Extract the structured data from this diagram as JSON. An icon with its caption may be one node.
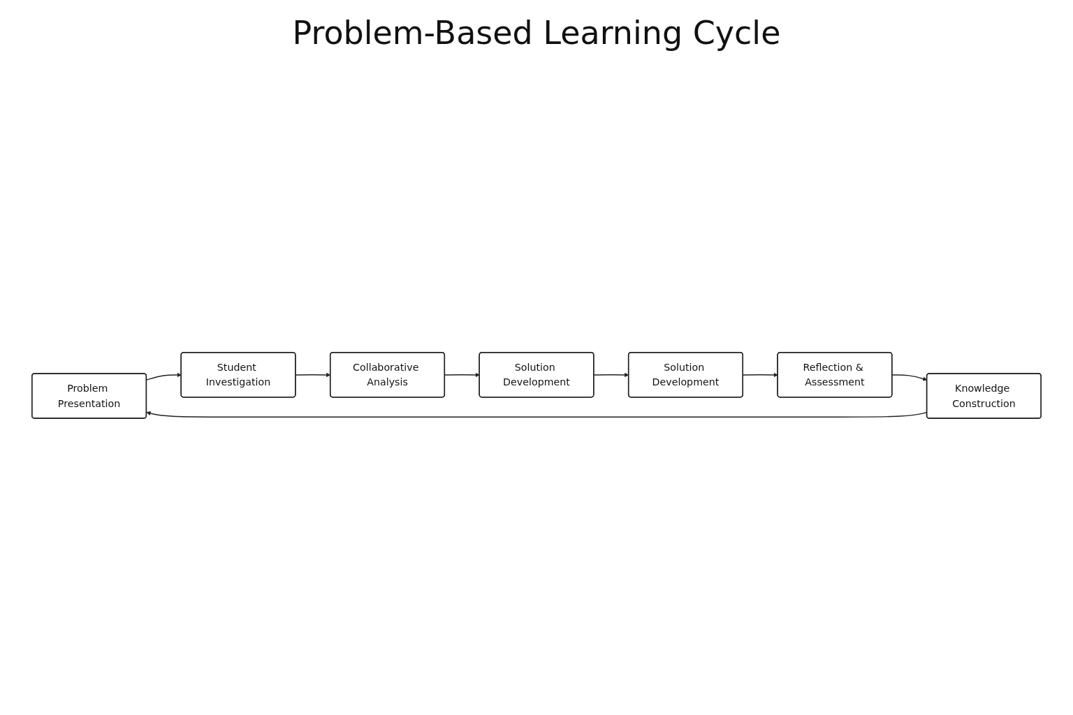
{
  "diagram": {
    "title": "Problem-Based Learning Cycle",
    "nodes": [
      {
        "text": [
          "Problem Presentation"
        ]
      },
      {
        "text": [
          "Student Investigation"
        ]
      },
      {
        "text": [
          "Collaborative Analysis"
        ]
      },
      {
        "text": [
          "Solution Development"
        ]
      },
      {
        "text": [
          "Solution Development"
        ]
      },
      {
        "text": [
          "Reflection & Assessment"
        ]
      },
      {
        "text": [
          "Knowledge Construction"
        ]
      }
    ],
    "edges": [
      {
        "from": 0,
        "to": 1,
        "arrow": "to"
      },
      {
        "from": 1,
        "to": 2,
        "arrow": "to"
      },
      {
        "from": 2,
        "to": 3,
        "arrow": "to"
      },
      {
        "from": 3,
        "to": 4,
        "arrow": "to"
      },
      {
        "from": 4,
        "to": 5,
        "arrow": "to"
      },
      {
        "from": 5,
        "to": 6,
        "arrow": "to"
      },
      {
        "from": 6,
        "to": 0,
        "arrow": "to"
      }
    ]
  }
}
